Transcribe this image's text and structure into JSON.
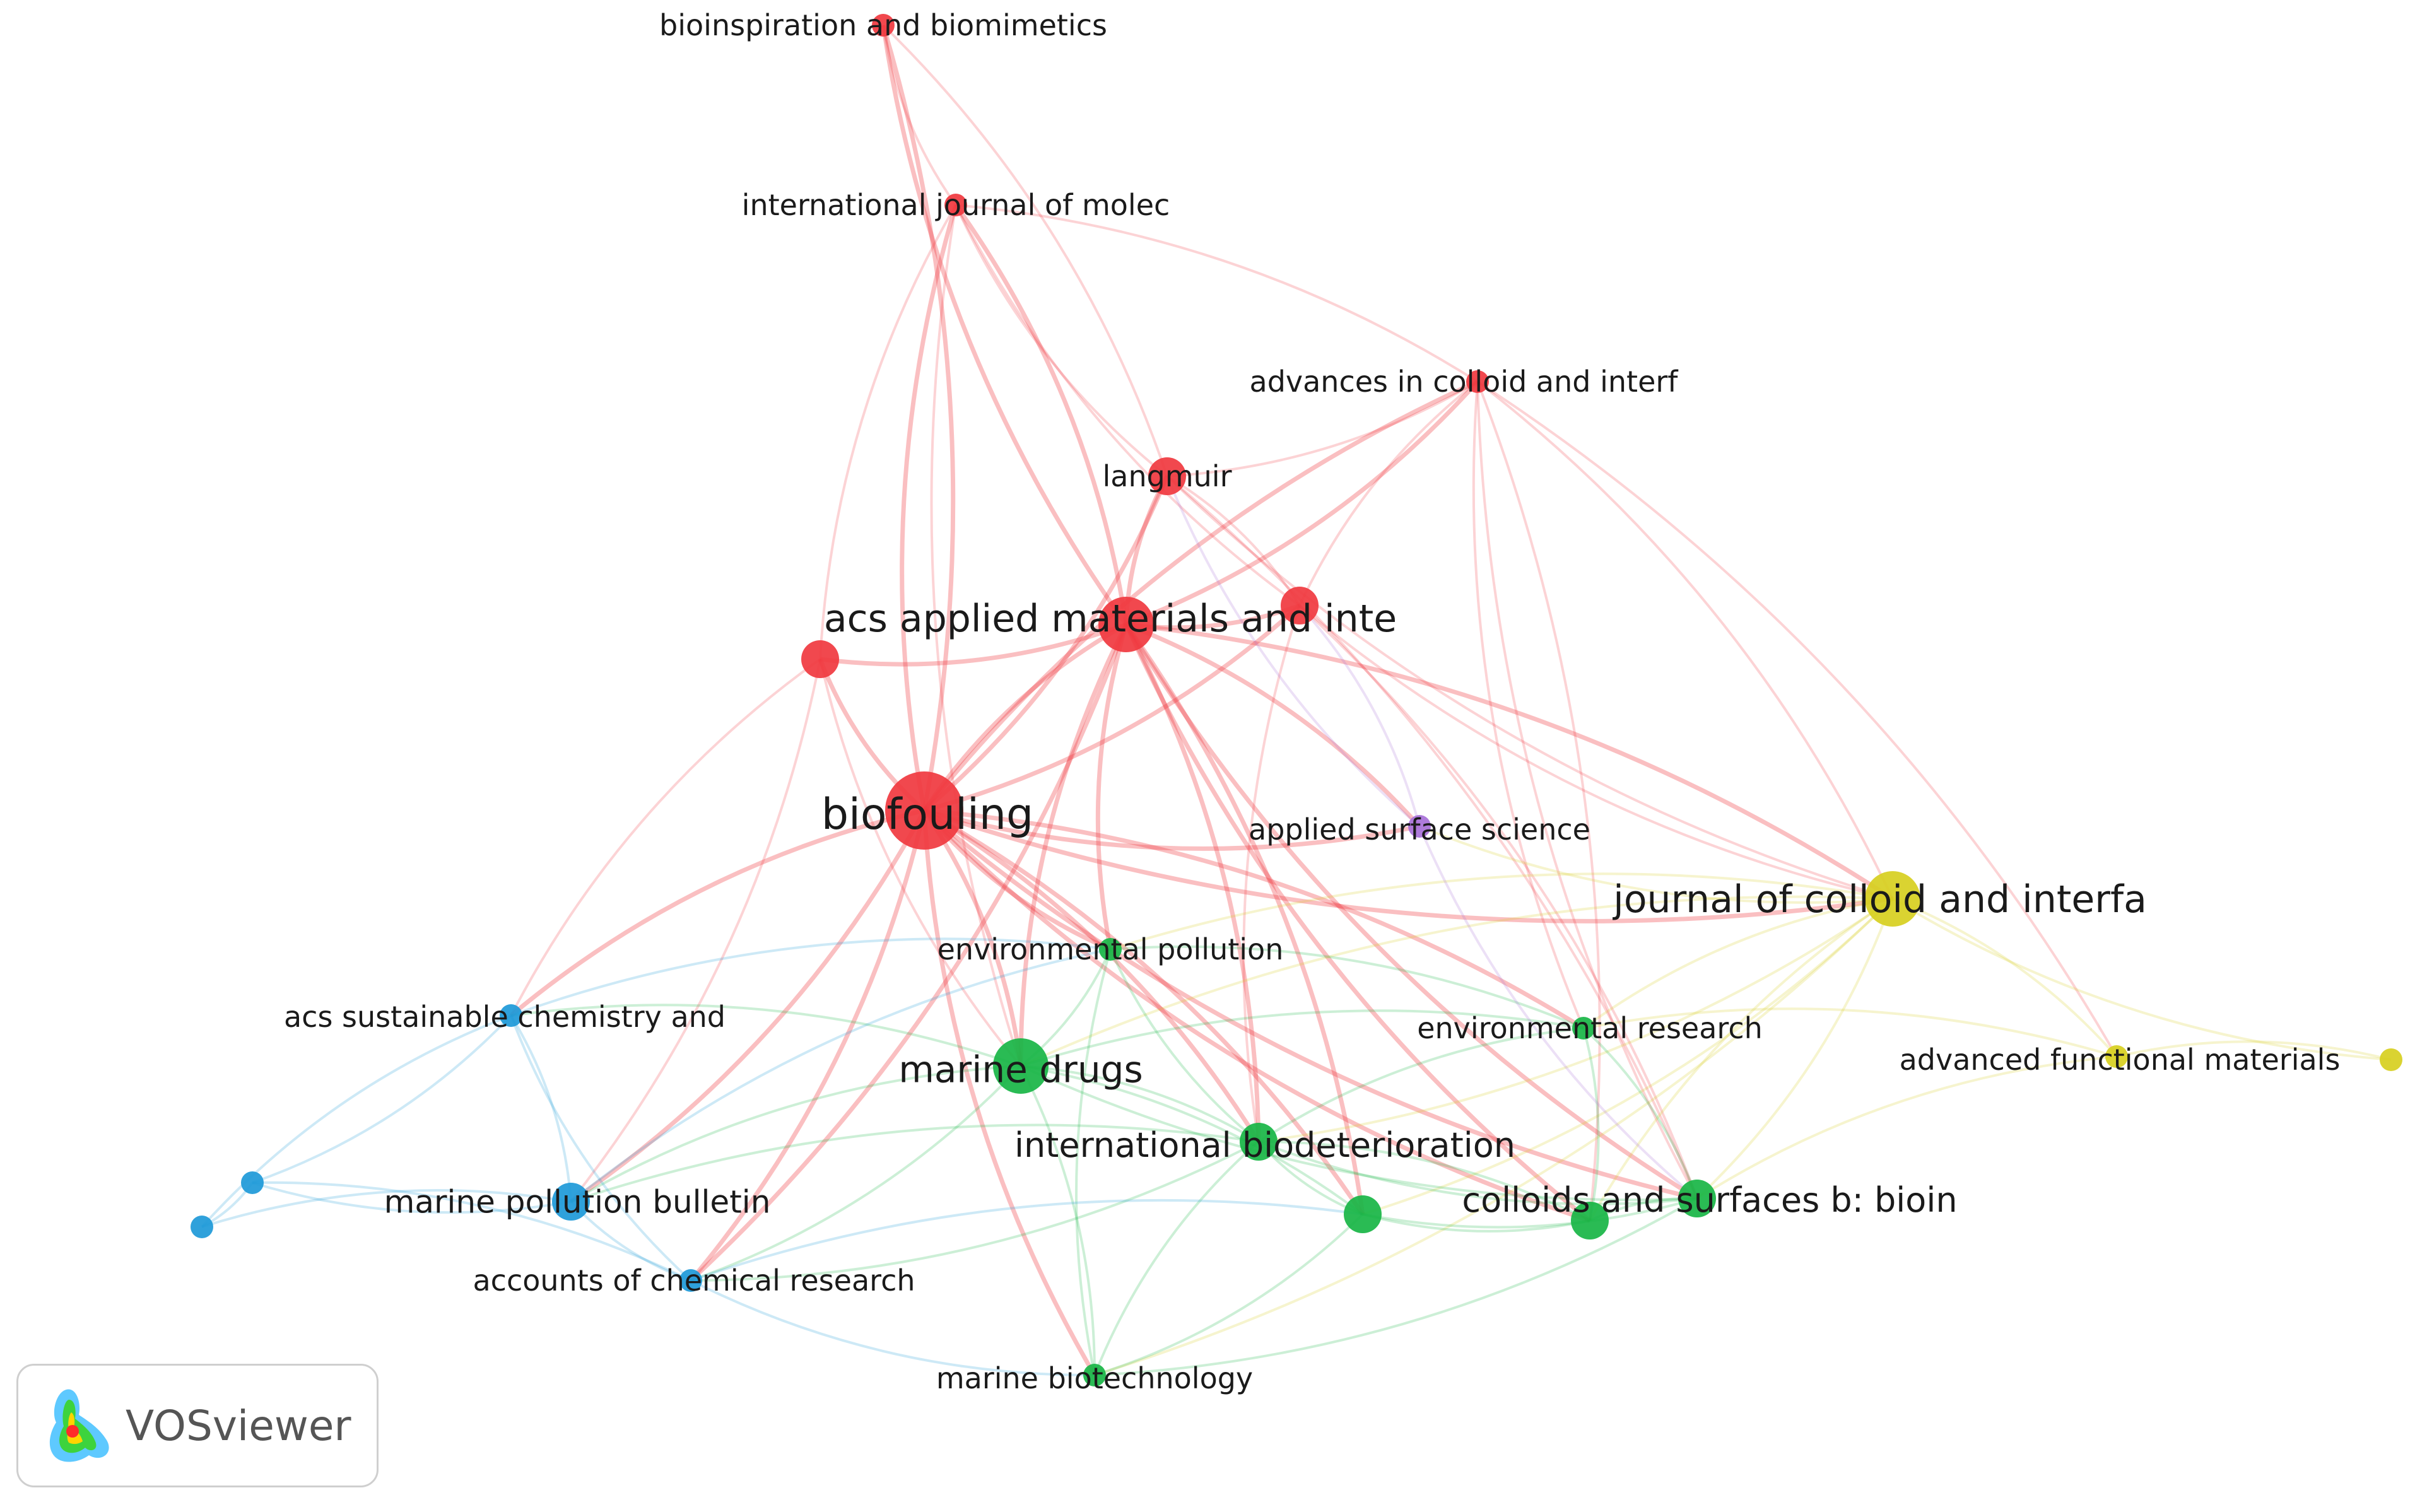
{
  "colors": {
    "red": "#f0383f",
    "green": "#18b545",
    "blue": "#1d99d8",
    "yellow": "#d7cf1f",
    "purple": "#a770d8"
  },
  "nodes": [
    {
      "id": "bioinsp",
      "label": "bioinspiration and biomimetics",
      "cluster": "red",
      "size": 2
    },
    {
      "id": "ijmolec",
      "label": "international journal of molec",
      "cluster": "red",
      "size": 2
    },
    {
      "id": "advcoll",
      "label": "advances in colloid and interf",
      "cluster": "red",
      "size": 2
    },
    {
      "id": "langmuir",
      "label": "langmuir",
      "cluster": "red",
      "size": 3
    },
    {
      "id": "acsami",
      "label": "acs applied materials and inte",
      "cluster": "red",
      "size": 4
    },
    {
      "id": "red2",
      "label": "",
      "cluster": "red",
      "size": 3
    },
    {
      "id": "red3",
      "label": "",
      "cluster": "red",
      "size": 3
    },
    {
      "id": "biofouling",
      "label": "biofouling",
      "cluster": "red",
      "size": 6
    },
    {
      "id": "appsurf",
      "label": "applied surface science",
      "cluster": "purple",
      "size": 2
    },
    {
      "id": "jcis",
      "label": "journal of colloid and interfa",
      "cluster": "yellow",
      "size": 4
    },
    {
      "id": "advfunc",
      "label": "advanced functional materials",
      "cluster": "yellow",
      "size": 2
    },
    {
      "id": "yel2",
      "label": "",
      "cluster": "yellow",
      "size": 2
    },
    {
      "id": "envpol",
      "label": "environmental pollution",
      "cluster": "green",
      "size": 2
    },
    {
      "id": "envres",
      "label": "environmental research",
      "cluster": "green",
      "size": 2
    },
    {
      "id": "mardrugs",
      "label": "marine drugs",
      "cluster": "green",
      "size": 4
    },
    {
      "id": "intbio",
      "label": "international biodeterioration",
      "cluster": "green",
      "size": 3
    },
    {
      "id": "colsurfb",
      "label": "colloids and surfaces b: bioin",
      "cluster": "green",
      "size": 3
    },
    {
      "id": "grn1",
      "label": "",
      "cluster": "green",
      "size": 3
    },
    {
      "id": "grn2",
      "label": "",
      "cluster": "green",
      "size": 3
    },
    {
      "id": "marbio",
      "label": "marine biotechnology",
      "cluster": "green",
      "size": 2
    },
    {
      "id": "acssus",
      "label": "acs sustainable chemistry and",
      "cluster": "blue",
      "size": 2
    },
    {
      "id": "marpol",
      "label": "marine pollution bulletin",
      "cluster": "blue",
      "size": 3
    },
    {
      "id": "accchem",
      "label": "accounts of chemical research",
      "cluster": "blue",
      "size": 2
    },
    {
      "id": "blu1",
      "label": "",
      "cluster": "blue",
      "size": 2
    },
    {
      "id": "blu2",
      "label": "",
      "cluster": "blue",
      "size": 2
    }
  ],
  "links": [
    [
      "biofouling",
      "acsami"
    ],
    [
      "biofouling",
      "langmuir"
    ],
    [
      "biofouling",
      "red2"
    ],
    [
      "biofouling",
      "red3"
    ],
    [
      "biofouling",
      "ijmolec"
    ],
    [
      "biofouling",
      "bioinsp"
    ],
    [
      "biofouling",
      "advcoll"
    ],
    [
      "biofouling",
      "jcis"
    ],
    [
      "biofouling",
      "mardrugs"
    ],
    [
      "biofouling",
      "envpol"
    ],
    [
      "biofouling",
      "intbio"
    ],
    [
      "biofouling",
      "colsurfb"
    ],
    [
      "biofouling",
      "marpol"
    ],
    [
      "biofouling",
      "acssus"
    ],
    [
      "biofouling",
      "accchem"
    ],
    [
      "biofouling",
      "appsurf"
    ],
    [
      "biofouling",
      "grn1"
    ],
    [
      "biofouling",
      "grn2"
    ],
    [
      "biofouling",
      "envres"
    ],
    [
      "biofouling",
      "marbio"
    ],
    [
      "acsami",
      "langmuir"
    ],
    [
      "acsami",
      "red3"
    ],
    [
      "acsami",
      "red2"
    ],
    [
      "acsami",
      "ijmolec"
    ],
    [
      "acsami",
      "bioinsp"
    ],
    [
      "acsami",
      "advcoll"
    ],
    [
      "acsami",
      "jcis"
    ],
    [
      "acsami",
      "mardrugs"
    ],
    [
      "acsami",
      "intbio"
    ],
    [
      "acsami",
      "colsurfb"
    ],
    [
      "acsami",
      "appsurf"
    ],
    [
      "acsami",
      "envpol"
    ],
    [
      "acsami",
      "grn1"
    ],
    [
      "acsami",
      "grn2"
    ],
    [
      "acsami",
      "accchem"
    ],
    [
      "red3",
      "langmuir"
    ],
    [
      "red3",
      "advcoll"
    ],
    [
      "red3",
      "jcis"
    ],
    [
      "red3",
      "colsurfb"
    ],
    [
      "red3",
      "intbio"
    ],
    [
      "red3",
      "ijmolec"
    ],
    [
      "langmuir",
      "advcoll"
    ],
    [
      "langmuir",
      "ijmolec"
    ],
    [
      "langmuir",
      "jcis"
    ],
    [
      "langmuir",
      "colsurfb"
    ],
    [
      "langmuir",
      "bioinsp"
    ],
    [
      "ijmolec",
      "bioinsp"
    ],
    [
      "ijmolec",
      "red2"
    ],
    [
      "ijmolec",
      "advcoll"
    ],
    [
      "ijmolec",
      "mardrugs"
    ],
    [
      "advcoll",
      "jcis"
    ],
    [
      "advcoll",
      "colsurfb"
    ],
    [
      "advcoll",
      "advfunc"
    ],
    [
      "advcoll",
      "envres"
    ],
    [
      "advcoll",
      "grn2"
    ],
    [
      "red2",
      "mardrugs"
    ],
    [
      "red2",
      "marpol"
    ],
    [
      "red2",
      "acssus"
    ],
    [
      "jcis",
      "advfunc"
    ],
    [
      "jcis",
      "yel2"
    ],
    [
      "jcis",
      "colsurfb"
    ],
    [
      "jcis",
      "grn2"
    ],
    [
      "jcis",
      "grn1"
    ],
    [
      "jcis",
      "envres"
    ],
    [
      "jcis",
      "intbio"
    ],
    [
      "jcis",
      "mardrugs"
    ],
    [
      "jcis",
      "appsurf"
    ],
    [
      "jcis",
      "envpol"
    ],
    [
      "jcis",
      "marbio"
    ],
    [
      "advfunc",
      "colsurfb"
    ],
    [
      "advfunc",
      "yel2"
    ],
    [
      "advfunc",
      "envres"
    ],
    [
      "mardrugs",
      "intbio"
    ],
    [
      "mardrugs",
      "envpol"
    ],
    [
      "mardrugs",
      "grn1"
    ],
    [
      "mardrugs",
      "colsurfb"
    ],
    [
      "mardrugs",
      "marbio"
    ],
    [
      "mardrugs",
      "marpol"
    ],
    [
      "mardrugs",
      "accchem"
    ],
    [
      "mardrugs",
      "acssus"
    ],
    [
      "mardrugs",
      "envres"
    ],
    [
      "intbio",
      "grn1"
    ],
    [
      "intbio",
      "grn2"
    ],
    [
      "intbio",
      "colsurfb"
    ],
    [
      "intbio",
      "envres"
    ],
    [
      "intbio",
      "marbio"
    ],
    [
      "intbio",
      "envpol"
    ],
    [
      "intbio",
      "marpol"
    ],
    [
      "intbio",
      "accchem"
    ],
    [
      "colsurfb",
      "grn2"
    ],
    [
      "colsurfb",
      "grn1"
    ],
    [
      "colsurfb",
      "envres"
    ],
    [
      "colsurfb",
      "marbio"
    ],
    [
      "grn1",
      "grn2"
    ],
    [
      "grn1",
      "marbio"
    ],
    [
      "envres",
      "envpol"
    ],
    [
      "envres",
      "grn2"
    ],
    [
      "envpol",
      "marbio"
    ],
    [
      "acssus",
      "marpol"
    ],
    [
      "acssus",
      "accchem"
    ],
    [
      "acssus",
      "blu1"
    ],
    [
      "acssus",
      "blu2"
    ],
    [
      "acssus",
      "envpol"
    ],
    [
      "marpol",
      "accchem"
    ],
    [
      "marpol",
      "blu1"
    ],
    [
      "marpol",
      "blu2"
    ],
    [
      "marpol",
      "envpol"
    ],
    [
      "accchem",
      "blu1"
    ],
    [
      "accchem",
      "grn1"
    ],
    [
      "accchem",
      "marbio"
    ],
    [
      "blu1",
      "blu2"
    ],
    [
      "appsurf",
      "red3"
    ],
    [
      "appsurf",
      "langmuir"
    ],
    [
      "appsurf",
      "colsurfb"
    ]
  ],
  "watermark": {
    "text": "VOSviewer"
  }
}
